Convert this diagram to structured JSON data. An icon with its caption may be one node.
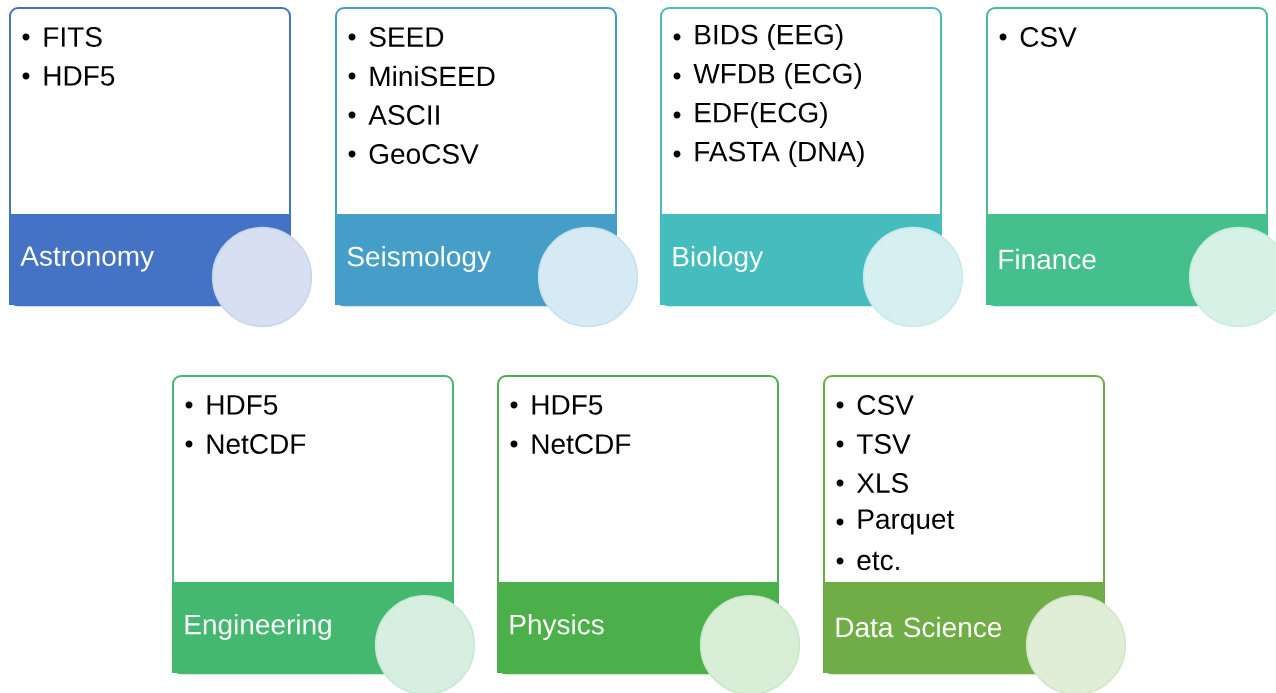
{
  "diagram": {
    "nodes": [
      {
        "text": [
          "FITS",
          "HDF5",
          "Astronomy"
        ]
      },
      {
        "text": [
          "SEED",
          "MiniSEED",
          "ASCII",
          "GeoCSV",
          "Seismology"
        ]
      },
      {
        "text": [
          "BIDS (EEG)",
          "WFDB (ECG)",
          "EDF(ECG)",
          "FASTA (DNA)",
          "Biology"
        ]
      },
      {
        "text": [
          "CSV",
          "Finance"
        ]
      },
      {
        "text": [
          "HDF5",
          "NetCDF",
          "Engineering"
        ]
      },
      {
        "text": [
          "HDF5",
          "NetCDF",
          "Physics"
        ]
      },
      {
        "text": [
          "CSV",
          "TSV",
          "XLS",
          "Parquet",
          "etc.",
          "Data Science"
        ]
      }
    ]
  }
}
